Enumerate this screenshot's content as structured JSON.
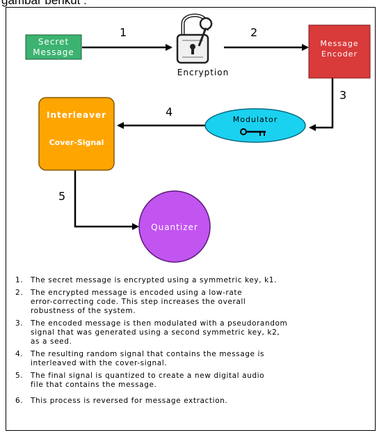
{
  "caption": "gambar berikut :",
  "nodes": {
    "secret_message": "Secret\nMessage",
    "encryption": "Encryption",
    "message_encoder": "Message\nEncoder",
    "modulator": "Modulator",
    "interleaver": "Interleaver",
    "cover_signal": "Cover-Signal",
    "quantizer": "Quantizer"
  },
  "edge_labels": [
    "1",
    "2",
    "3",
    "4",
    "5"
  ],
  "colors": {
    "secret_message": "#3cb371",
    "message_encoder": "#d93a3a",
    "modulator": "#1ad1f0",
    "interleaver": "#ffa500",
    "quantizer": "#c254f0"
  },
  "steps": [
    {
      "num": "1.",
      "text": "The secret message is encrypted using a symmetric key, k1."
    },
    {
      "num": "2.",
      "text": "The encrypted message is encoded using a low-rate\nerror-correcting code.  This step increases the overall\nrobustness of the system."
    },
    {
      "num": "3.",
      "text": "The encoded message is then modulated with a pseudorandom\nsignal that was generated using a second symmetric key, k2,\nas a seed."
    },
    {
      "num": "4.",
      "text": "The resulting random signal that contains the message is\ninterleaved with the cover-signal."
    },
    {
      "num": "5.",
      "text": "The final signal is quantized to create a new digital audio\nfile that contains the message."
    },
    {
      "num": "6.",
      "text": "This process is reversed for message extraction."
    }
  ]
}
